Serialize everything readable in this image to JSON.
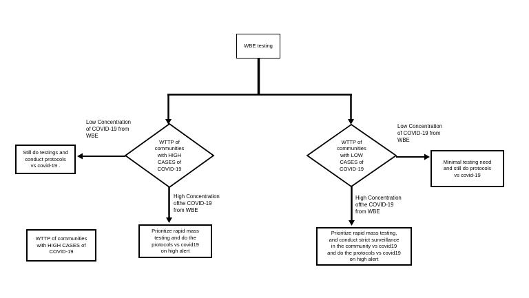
{
  "colors": {
    "ink": "#000000",
    "background": "#ffffff"
  },
  "flowchart": {
    "root": {
      "label": "WBE testing"
    },
    "left_branch": {
      "decision": {
        "label": "WTTP of\ncommunities\nwith HIGH\nCASES of\nCOVID-19"
      },
      "low_label": "Low Concentration\nof COVID-19 from\nWBE",
      "low_outcome": {
        "label": "Still do testings and\nconduct protocols\nvs covid-19 ."
      },
      "high_label": "High Concentration\nofthe COVID-19\nfrom WBE",
      "high_outcome": {
        "label": "Prioritize rapid mass\ntesting and do the\nprotocols vs covid19\non high alert"
      },
      "standalone_note": {
        "label": "WTTP of communities\nwith HIGH CASES of\nCOVID-19"
      }
    },
    "right_branch": {
      "decision": {
        "label": "WTTP of\ncommunities\nwith LOW\nCASES of\nCOVID-19"
      },
      "low_label": "Low Concentration\nof COVID-19 from\nWBE",
      "low_outcome": {
        "label": "Minimal testing need\nand still do protocols\nvs covid-19"
      },
      "high_label": "High Concentration\nofthe COVID-19\nfrom WBE",
      "high_outcome": {
        "label": "Prioritize rapid mass testing,\nand conduct strict surveillance\nin the community vs covid19\nand do the protocols vs covid19\non high alert"
      }
    }
  }
}
